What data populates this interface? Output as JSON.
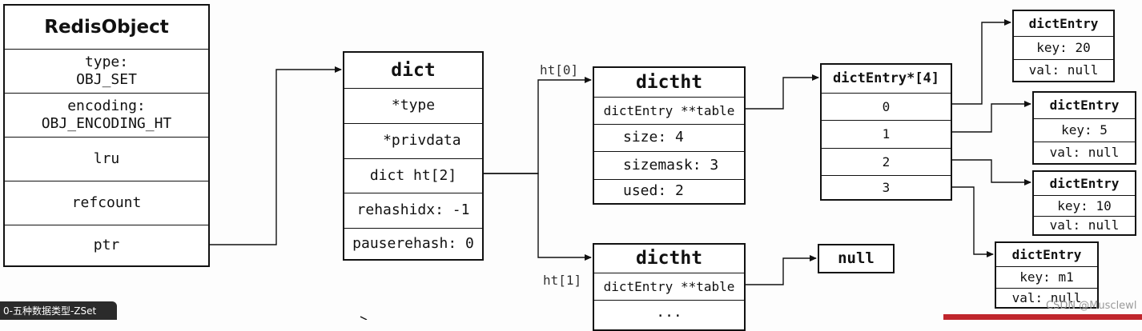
{
  "redis_object": {
    "title": "RedisObject",
    "rows": [
      "type:\nOBJ_SET",
      "encoding:\nOBJ_ENCODING_HT",
      "lru",
      "refcount",
      "ptr"
    ]
  },
  "dict": {
    "title": "dict",
    "rows": [
      "*type",
      "  *privdata",
      "dict ht[2]",
      "rehashidx: -1",
      "pauserehash: 0"
    ]
  },
  "ht0": {
    "label": "ht[0]",
    "title": "dictht",
    "rows": [
      "dictEntry **table",
      "size: 4",
      "sizemask: 3",
      "used: 2"
    ]
  },
  "ht1": {
    "label": "ht[1]",
    "title": "dictht",
    "rows": [
      "dictEntry **table",
      "..."
    ]
  },
  "table_array": {
    "title": "dictEntry*[4]",
    "rows": [
      "0",
      "1",
      "2",
      "3"
    ]
  },
  "null_box": "null",
  "entries": [
    {
      "title": "dictEntry",
      "key": "key: 20",
      "val": "val: null"
    },
    {
      "title": "dictEntry",
      "key": "key: 5",
      "val": "val: null"
    },
    {
      "title": "dictEntry",
      "key": "key: 10",
      "val": "val: null"
    },
    {
      "title": "dictEntry",
      "key": "key: m1",
      "val": "val: null"
    }
  ],
  "video_tag": "0-五种数据类型-ZSet",
  "watermark": "CSDN @Musclewl",
  "colors": {
    "line": "#111111",
    "accent_bar": "#c0262d",
    "tag_bg": "#2b2b2b"
  }
}
